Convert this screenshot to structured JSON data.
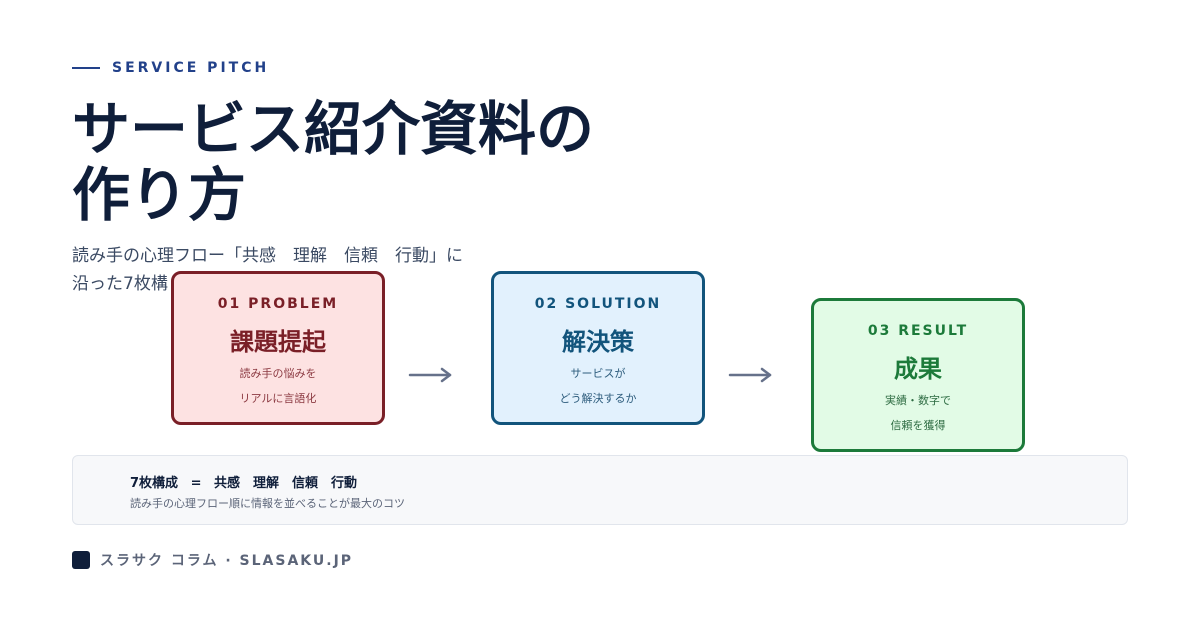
{
  "eyebrow": "SERVICE PITCH",
  "title": {
    "line1": "サービス紹介資料の",
    "line2": "作り方"
  },
  "subtitle": {
    "line1": "読み手の心理フロー「共感　理解　信頼　行動」に",
    "line2": "沿った7枚構"
  },
  "cards": [
    {
      "label": "01 PROBLEM",
      "name": "課題提起",
      "desc1": "読み手の悩みを",
      "desc2": "リアルに言語化"
    },
    {
      "label": "02 SOLUTION",
      "name": "解決策",
      "desc1": "サービスが",
      "desc2": "どう解決するか"
    },
    {
      "label": "03 RESULT",
      "name": "成果",
      "desc1": "実績・数字で",
      "desc2": "信頼を獲得"
    }
  ],
  "arrow_icon": "right-arrow-icon",
  "summary": {
    "title": "7枚構成 = 共感　理解　信頼　行動",
    "note": "読み手の心理フロー順に情報を並べることが最大のコツ"
  },
  "footer": "スラサク コラム · SLASAKU.JP",
  "colors": {
    "navy": "#0f1e3a",
    "accent": "#22418a",
    "problem": "#7a1f27",
    "solution": "#12547c",
    "result": "#1c7a3a"
  }
}
